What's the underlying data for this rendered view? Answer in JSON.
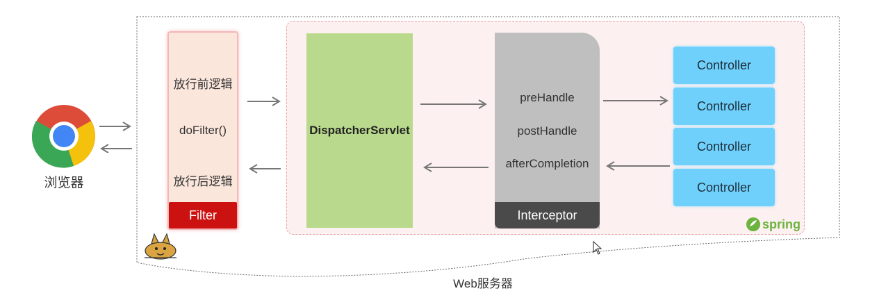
{
  "browser": {
    "label": "浏览器",
    "icon": "chrome-icon"
  },
  "web_server": {
    "label": "Web服务器",
    "icon": "tomcat-icon"
  },
  "filter": {
    "before_label": "放行前逻辑",
    "do_filter_label": "doFilter()",
    "after_label": "放行后逻辑",
    "title": "Filter",
    "color": "#cc1111"
  },
  "dispatcher": {
    "label": "DispatcherServlet",
    "color": "#b9d98c"
  },
  "interceptor": {
    "pre": "preHandle",
    "post": "postHandle",
    "after": "afterCompletion",
    "title": "Interceptor"
  },
  "controllers": [
    "Controller",
    "Controller",
    "Controller",
    "Controller"
  ],
  "spring": {
    "logo_text": "spring",
    "color": "#6db33f"
  }
}
